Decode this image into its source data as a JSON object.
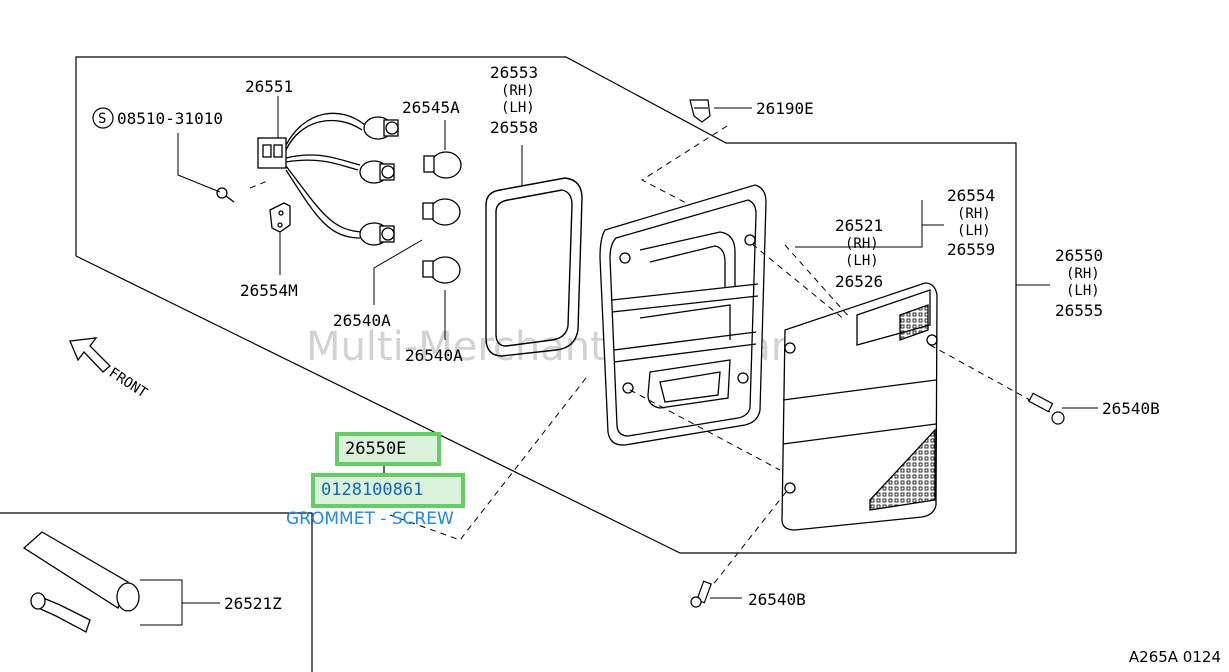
{
  "diagram": {
    "watermark": "Multi-Merchant Auto Partstore",
    "front_label": "FRONT",
    "reference_code": "A265A 0124",
    "colors": {
      "line": "#000000",
      "highlight_border": "#66cc66",
      "highlight_fill": "#d9f2d9",
      "part_number_text": "#1565c0",
      "caption_text": "#1e88e5",
      "watermark": "#c4c4c4"
    },
    "labels": {
      "p26551": "26551",
      "p08510": "08510-31010",
      "p08510_symbol": "S",
      "p26545a": "26545A",
      "p26553": "26553",
      "p26553_rh": "(RH)",
      "p26553_lh": "(LH)",
      "p26558": "26558",
      "p26190e": "26190E",
      "p26554": "26554",
      "p26554_rh": "(RH)",
      "p26554_lh": "(LH)",
      "p26559": "26559",
      "p26521": "26521",
      "p26521_rh": "(RH)",
      "p26521_lh": "(LH)",
      "p26526": "26526",
      "p26550": "26550",
      "p26550_rh": "(RH)",
      "p26550_lh": "(LH)",
      "p26555": "26555",
      "p26554m": "26554M",
      "p26540a_1": "26540A",
      "p26540a_2": "26540A",
      "p26540b_1": "26540B",
      "p26540b_2": "26540B",
      "p26521z": "26521Z"
    },
    "highlight": {
      "callout": "26550E",
      "part_number": "0128100861",
      "caption": "GROMMET - SCREW"
    }
  }
}
